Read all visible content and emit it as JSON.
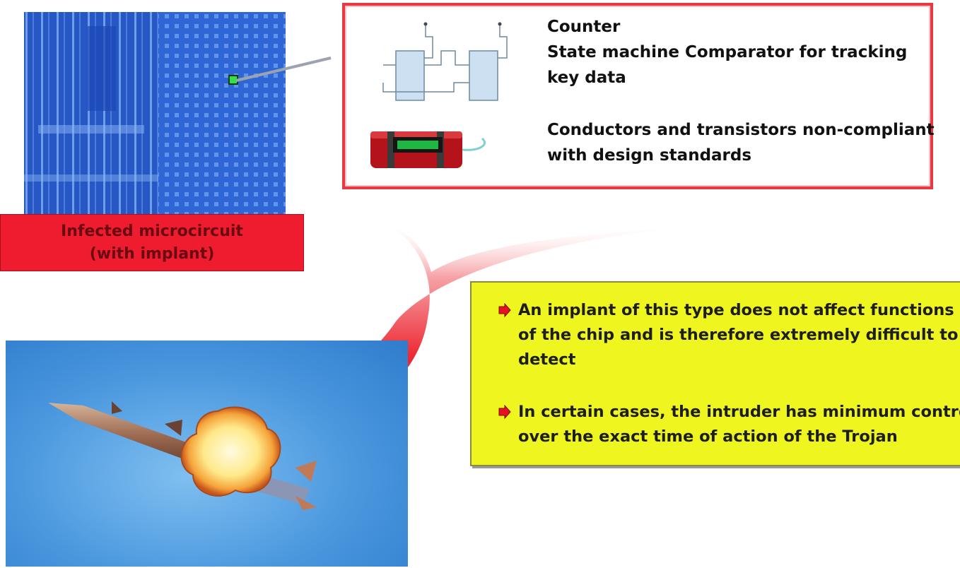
{
  "info_box": {
    "item1": [
      "Counter",
      "State machine Comparator for tracking",
      "key data"
    ],
    "item2": [
      "Conductors and transistors non-compliant",
      " with design standards"
    ]
  },
  "chip_label": {
    "lines": [
      "Infected microcircuit",
      "(with implant)"
    ]
  },
  "note_box": {
    "bullets": [
      [
        "An implant of this type does not affect functions",
        "of the chip and is therefore extremely difficult to",
        "detect"
      ],
      [
        "In certain cases, the intruder has minimum control",
        "over the exact time of action of the Trojan"
      ]
    ]
  },
  "colors": {
    "frame_red": "#e83842",
    "label_red": "#ee1c2e",
    "note_yellow": "#eef51f",
    "chip_blue": "#2b5fd0",
    "sky_blue": "#4a97de"
  },
  "icons": [
    "circuit-schematic-icon",
    "time-bomb-icon",
    "bullet-arrow-icon",
    "implant-marker-icon"
  ]
}
